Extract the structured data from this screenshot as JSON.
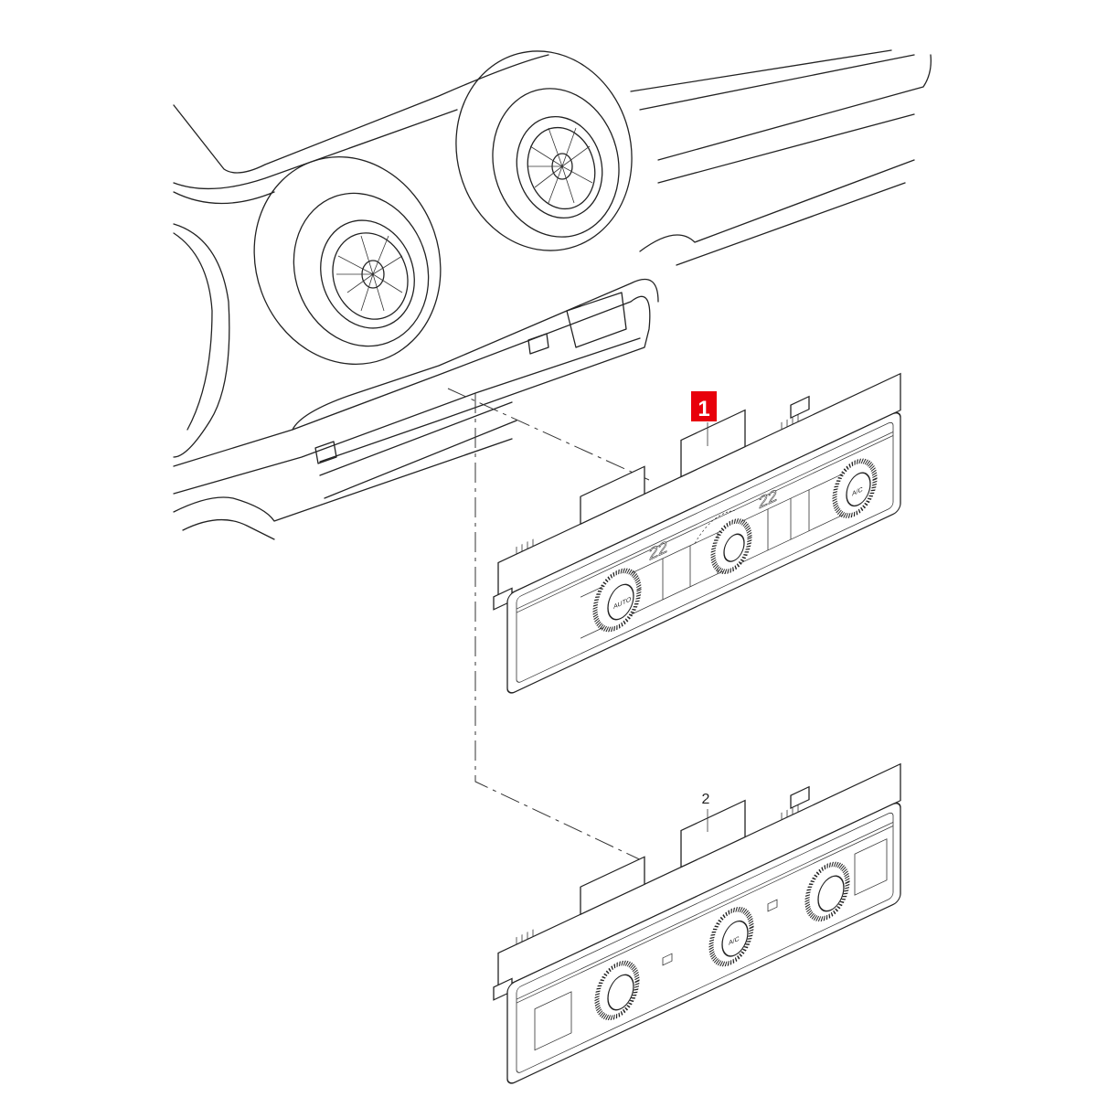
{
  "diagram": {
    "callouts": [
      {
        "number": "1",
        "highlighted": true,
        "color": "#e8000b"
      },
      {
        "number": "2",
        "highlighted": false
      }
    ],
    "panel_1": {
      "left_display": "22",
      "right_display": "22",
      "left_knob_label": "AUTO",
      "right_knob_label": "A/C"
    },
    "panel_2": {
      "center_knob_label": "A/C"
    }
  }
}
